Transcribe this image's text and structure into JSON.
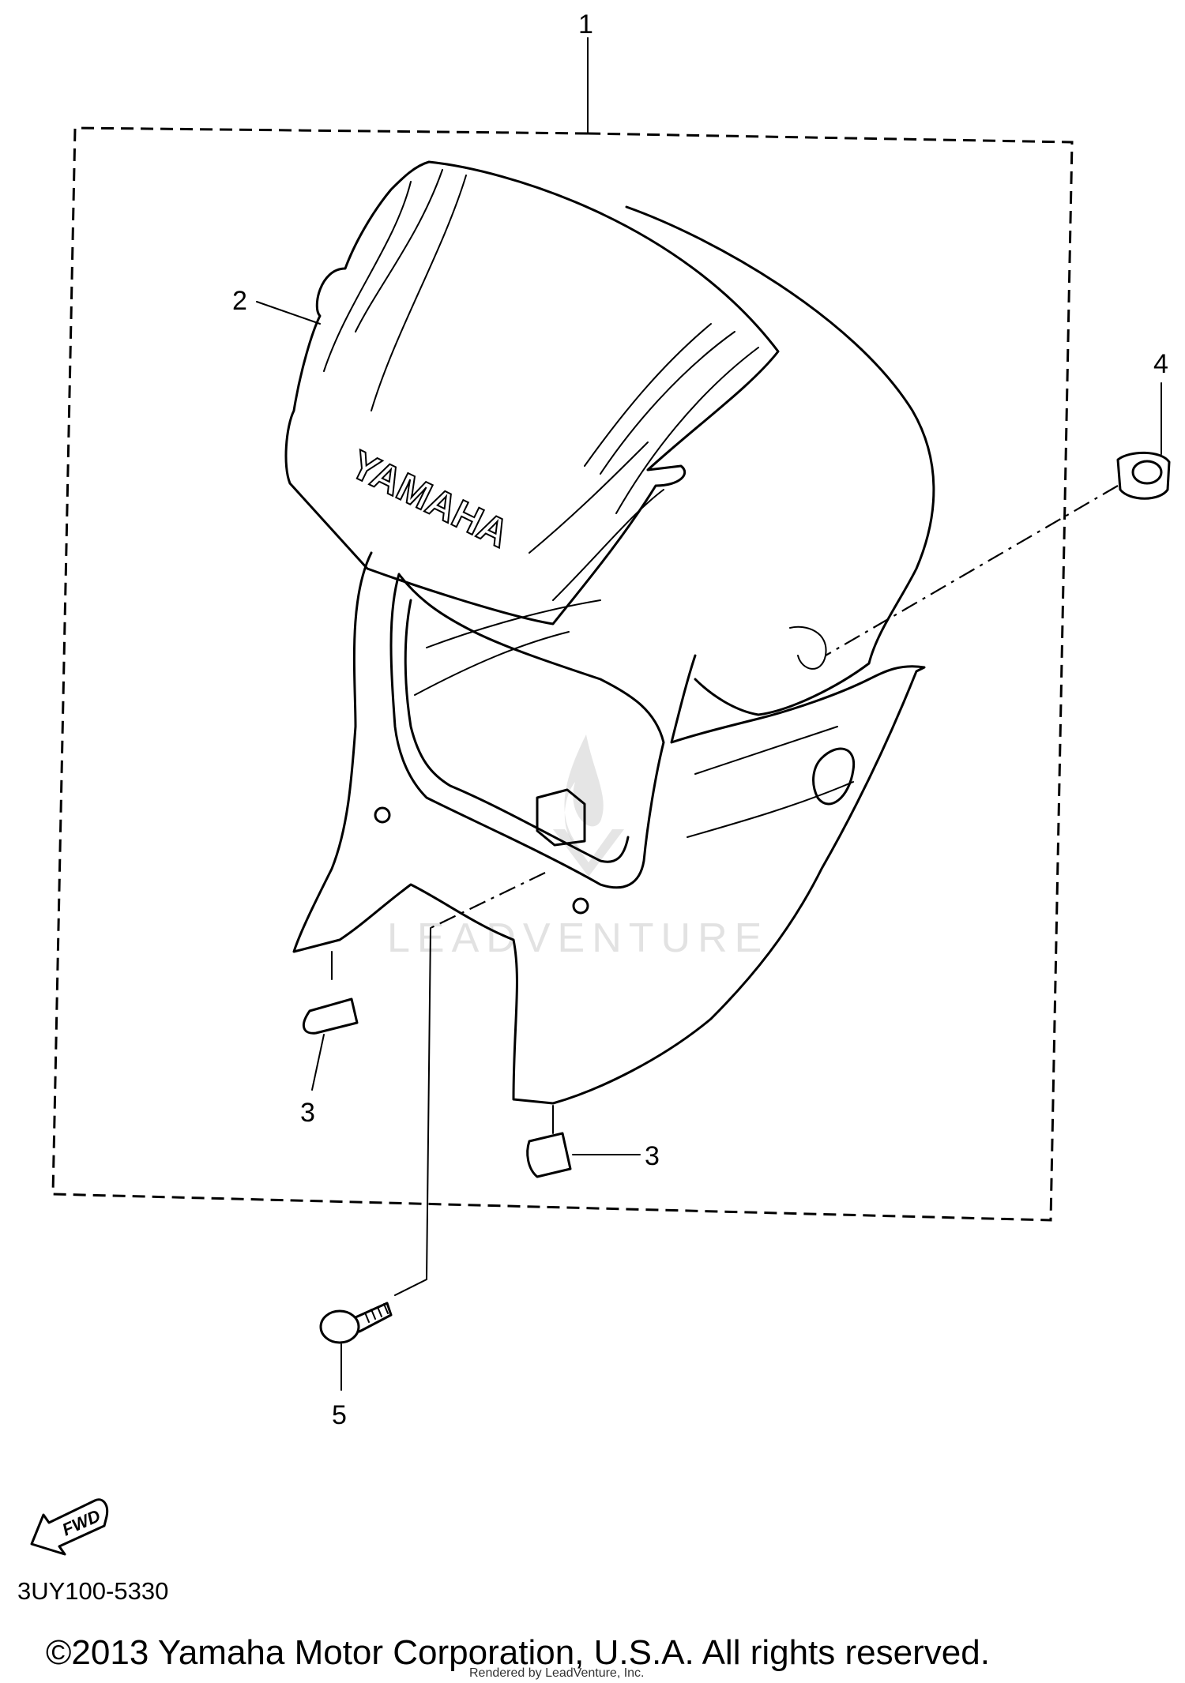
{
  "diagram": {
    "callouts": [
      {
        "id": "1",
        "label": "1"
      },
      {
        "id": "2",
        "label": "2"
      },
      {
        "id": "3a",
        "label": "3"
      },
      {
        "id": "3b",
        "label": "3"
      },
      {
        "id": "4",
        "label": "4"
      },
      {
        "id": "5",
        "label": "5"
      }
    ],
    "windscreen_logo": "YAMAHA",
    "direction_arrow": "FWD",
    "watermark": "LEADVENTURE"
  },
  "footer": {
    "part_code": "3UY100-5330",
    "copyright": "©2013 Yamaha Motor Corporation, U.S.A. All rights reserved.",
    "render_credit": "Rendered by LeadVenture, Inc."
  },
  "colors": {
    "ink": "#000000",
    "paper": "#ffffff",
    "watermark": "#cfcfcf"
  },
  "icons": {
    "direction": "fwd-arrow-icon",
    "watermark": "leadventure-flame-icon"
  }
}
